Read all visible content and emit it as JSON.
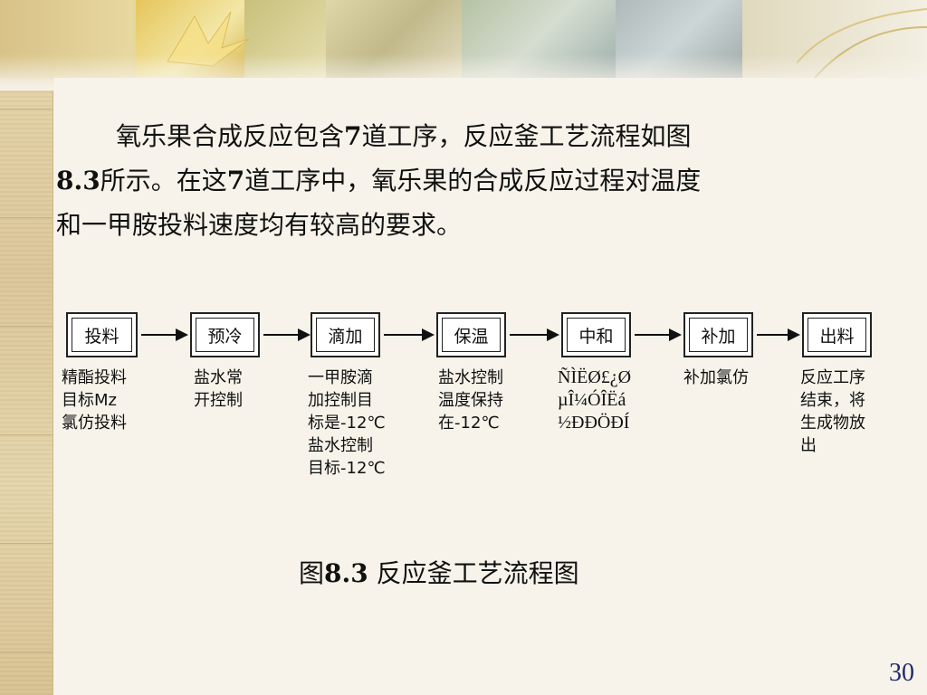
{
  "paragraph": {
    "line1_a": "氧乐果合成反应包含",
    "line1_b": "7",
    "line1_c": "道工序，反应釜工艺流程如图",
    "line2_a": "8.3",
    "line2_b": "所示。在这",
    "line2_c": "7",
    "line2_d": "道工序中，氧乐果的合成反应过程对温度",
    "line3": "和一甲胺投料速度均有较高的要求。"
  },
  "flow": {
    "steps": [
      {
        "label": "投料",
        "desc": "精酯投料\n目标Mz\n氯仿投料"
      },
      {
        "label": "预冷",
        "desc": "盐水常\n开控制"
      },
      {
        "label": "滴加",
        "desc": "一甲胺滴\n加控制目\n标是-12℃\n盐水控制\n目标-12℃"
      },
      {
        "label": "保温",
        "desc": "盐水控制\n温度保持\n在-12℃"
      },
      {
        "label": "中和",
        "desc": "ÑÌËØ£¿Ø\nµÎ¼ÓÎËá\n½ÐÐÖÐÍ"
      },
      {
        "label": "补加",
        "desc": "补加氯仿"
      },
      {
        "label": "出料",
        "desc": "反应工序\n结束，将\n生成物放\n出"
      }
    ]
  },
  "caption": {
    "prefix": "图",
    "number": "8.3",
    "title": " 反应釜工艺流程图"
  },
  "page_number": "30",
  "colors": {
    "background": "#f7f3ea",
    "page_number": "#1f2a6b"
  }
}
